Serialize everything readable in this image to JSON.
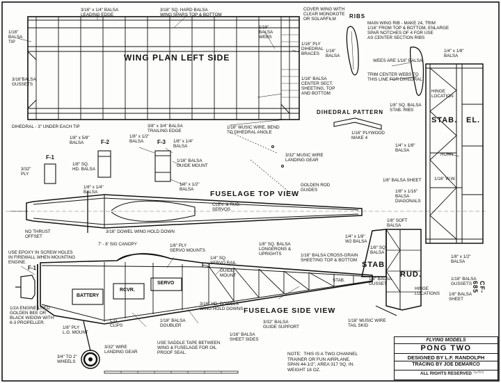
{
  "sheet": {
    "background_color": "#fdfdfb",
    "ink_color": "#111111"
  },
  "wing": {
    "title": "WING PLAN LEFT SIDE",
    "notes": {
      "leading_edge": "3/16\" x 1/4\" BALSA\nLEADING EDGE",
      "spars": "3/16\" SQ. HARD BALSA\nWING SPARS TOP & BOTTOM",
      "cover": "COVER WING WITH\nCLEAR MONOKOTE\nOR SOLARFILM",
      "tip": "1/16\"\nBALSA\nTIP",
      "webs": "1/16\"\nBALSA\nWEBS",
      "dihedral_braces": "1/16\" PLY\nDIHEDRAL\nBRACES",
      "gussets": "3/16\"BALSA\nGUSSETS",
      "center_sheeting": "1/16\" BALSA\nCENTER SECT.\nSHEETING, TOP\nAND BOTTOM",
      "trailing_edge": "3/8\" x 3/4\" BALSA\nTRAILING EDGE",
      "dihedral_tip": "DIHEDRAL - 3\" UNDER EACH TIP",
      "wire": "1/16\" MUSIC WIRE, BEND\nTO DIHEDRAL ANGLE"
    }
  },
  "ribs": {
    "title": "RIBS",
    "note": "MAIN WING RIB - MAKE 24, TRIM\n1/16\" FROM TOP & BOTTOM, ENLARGE\nSPAR NOTCHES OF 4 FOR USE\nAS CENTER SECTION RIBS",
    "rib_label": "1/16\"\nBALSA",
    "wees": "WEES ARE 1/16\" BALSA",
    "trim_webs": "TRIM CENTER WEBS TO\nTHIS LINE FOR DIHEDRAL"
  },
  "dihedral": {
    "title": "DIHEDRAL PATTERN",
    "note": "1/16\" PLYWOOD\nMAKE 4"
  },
  "formers": {
    "f1": "F-1",
    "f1_note": "3/32\"\nPLY",
    "f2": "F-2",
    "f2_note": "1/8\" x 5/8\"\nBALSA",
    "f2_note2": "1/8\" SQ.\nHD. BALSA",
    "f2_note3": "1/8\" x 1/4\"\nBALSA",
    "f3": "F-3",
    "f3_note": "1/8\" x 1/2\"\nBALSA",
    "f3_note2": "1/8\" x 1/4\"\nBALSA",
    "f3_note3": "1/16\" BALSA\nGUIDE MOUNT",
    "f3_note4": "1/8\" x 1/2\"\nBALSA"
  },
  "fuselage_top": {
    "title": "FUSELAGE TOP VIEW",
    "wire_gear": "3/32\" MUSIC WIRE\nLANDING GEAR",
    "guides": "GOLDEN ROD\nGUIDES",
    "servos": "CLEV. & RUD.\nSERVOS",
    "dowel": "3/16\" DOWEL WING HOLD DOWN",
    "no_thrust": "NO THRUST\nOFFSET"
  },
  "fuselage_side": {
    "title": "FUSELAGE SIDE VIEW",
    "epoxy": "USE EPOXY IN SCREW HOLES\nIN FIREWALL WHEN MOUNTING\nENGINE.",
    "canopy": "7' - 8' SIG CANOPY",
    "servo_mounts": "1/8\" PLY\nSERVO MOUNTS",
    "servo_rail": "1/4\" SQ.\nSERVO RAIL",
    "longerons": "1/8\" SQ. BALSA\nLONGERONS &\nUPRIGHTS",
    "cross_grain": "1/16\" BALSA CROSS-GRAIN\nSHEETING TOP & BOTTOM",
    "guide_mount": "GUIDE\nMOUNT",
    "f3_label": "F-3",
    "f1_label": "F-1",
    "battery": "BATTERY",
    "rcvr": "RCVR.",
    "servo": "SERVO",
    "engine": "1/2A ENGINE USED\nGOLDEN BEE OR\nBLACK WIDOW WITH\n6-3 PROPELLER.",
    "lg_mount": "1/8\" PLY\nL.G. MOUNT",
    "lg_clips": "L.G.\nCLIPS",
    "doubler": "1/16\" BALSA\nDOUBLER",
    "dowels": "3/16\" HD. DOWELS\nWING HOLD DOWNS",
    "sheet_sides": "1/16\" BALSA\nSHEET SIDES",
    "guide_support": "3/32\" BALSA\nGUIDE SUPPORT",
    "saddle_tape": "USE SADDLE TAPE BETWEEN\nWING & FUSELAGE FOR OIL\nPROOF SEAL.",
    "landing_gear": "3/32\" WIRE\nLANDING GEAR",
    "wheels": "3/4\" TO 2\"\nWHEELS",
    "stab_label": "STAB."
  },
  "tail": {
    "stab": "STAB.",
    "elev": "EL.",
    "rud": "RUD.",
    "stab_outline": "1/4\" x 1/8\"\nBALSA",
    "hinge_location": "HINGE\nLOCATION",
    "stab_ribs": "1/8\" SQ. BALSA\nSTAB. RIBS",
    "horn": "HORN",
    "stab_balsa": "1/4\" x 1/8\"\nBALSA",
    "wire": "1/16\" W.W.",
    "sheet": "1/8\" BALSA SHEET",
    "diagonals": "1/8\" x 1/16\"\nBALSA\nDIAGONALS",
    "soft_balsa": "1/8\" SOFT\nBALSA",
    "fin_balsa": "1/4\" x 1/8\"\nW2 BALSA",
    "fin_sq": "1/8\" SQ\nBALSA",
    "gusset": "1/8\" BALSA\nGUSSET",
    "rud_balsa": "1/8\" x 1/2\"\nBALSA",
    "gussets": "1/16\" BALSA\nGUSSETS",
    "hinge_locations": "HINGE\nLOCATIONS",
    "tail_skid": "1/16\" MUSIC WIRE\nTAIL SKID",
    "sheet_ballsa": "1/8\" BALSA\nSHEET",
    "stab_tag": "STAB."
  },
  "note": "NOTE:  THIS IS A TWO CHANNEL\nTRAINER OR FUN AIRPLANE.\nSPAN 44-1/2\", AREA 317 SQ. IN.\nWEIGHT 18 OZ.",
  "title_block": {
    "magazine": "FLYING MODELS",
    "name": "PONG TWO",
    "designer": "DESIGNED  BY  L.F. RANDOLPH",
    "tracer": "TRACING  BY  JOE DEMARCO",
    "rights": "ALL RIGHTS RESERVED"
  },
  "plan_number": "CF-685",
  "signature": "5265"
}
